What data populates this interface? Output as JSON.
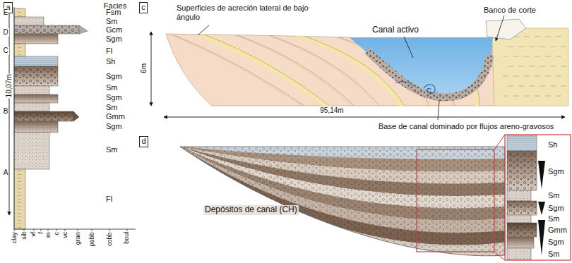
{
  "diagram": {
    "nodes": [
      {
        "text": [
          "a"
        ]
      },
      {
        "text": [
          "c"
        ]
      },
      {
        "text": [
          "d"
        ]
      }
    ],
    "labels": [
      "10,07m",
      "E",
      "D",
      "C",
      "B",
      "A",
      "Facies",
      "Fsm",
      "Sm",
      "Gcm",
      "Sgm",
      "Fl",
      "Sh",
      "Sgm",
      "Sm",
      "Sgm",
      "Sm",
      "Gmm",
      "Sgm",
      "Sm",
      "Fl",
      "clay",
      "silt",
      "vf",
      "f",
      "m",
      "c",
      "vc",
      "gran",
      "pebb",
      "cobb",
      "boul",
      "Superficies de acreción lateral de bajo ángulo",
      "Canal activo",
      "Banco de corte",
      "6m",
      "95,14m",
      "Base de canal dominado por flujos areno-gravosos",
      "Depósitos de canal (CH)",
      "Sh",
      "Sgm",
      "Sm",
      "Sgm",
      "Sm",
      "Gmm",
      "Sgm",
      "Sm"
    ]
  }
}
